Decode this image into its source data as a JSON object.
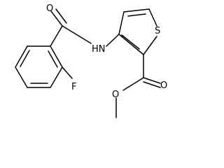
{
  "molecule": {
    "atom_labels": {
      "oxygen_amide": "O",
      "nitrogen_amide": "HN",
      "sulfur": "S",
      "fluorine": "F",
      "oxygen_carbonyl_ester": "O",
      "oxygen_ester": "O"
    }
  },
  "colors": {
    "bond": "#000000",
    "background": "#ffffff"
  }
}
